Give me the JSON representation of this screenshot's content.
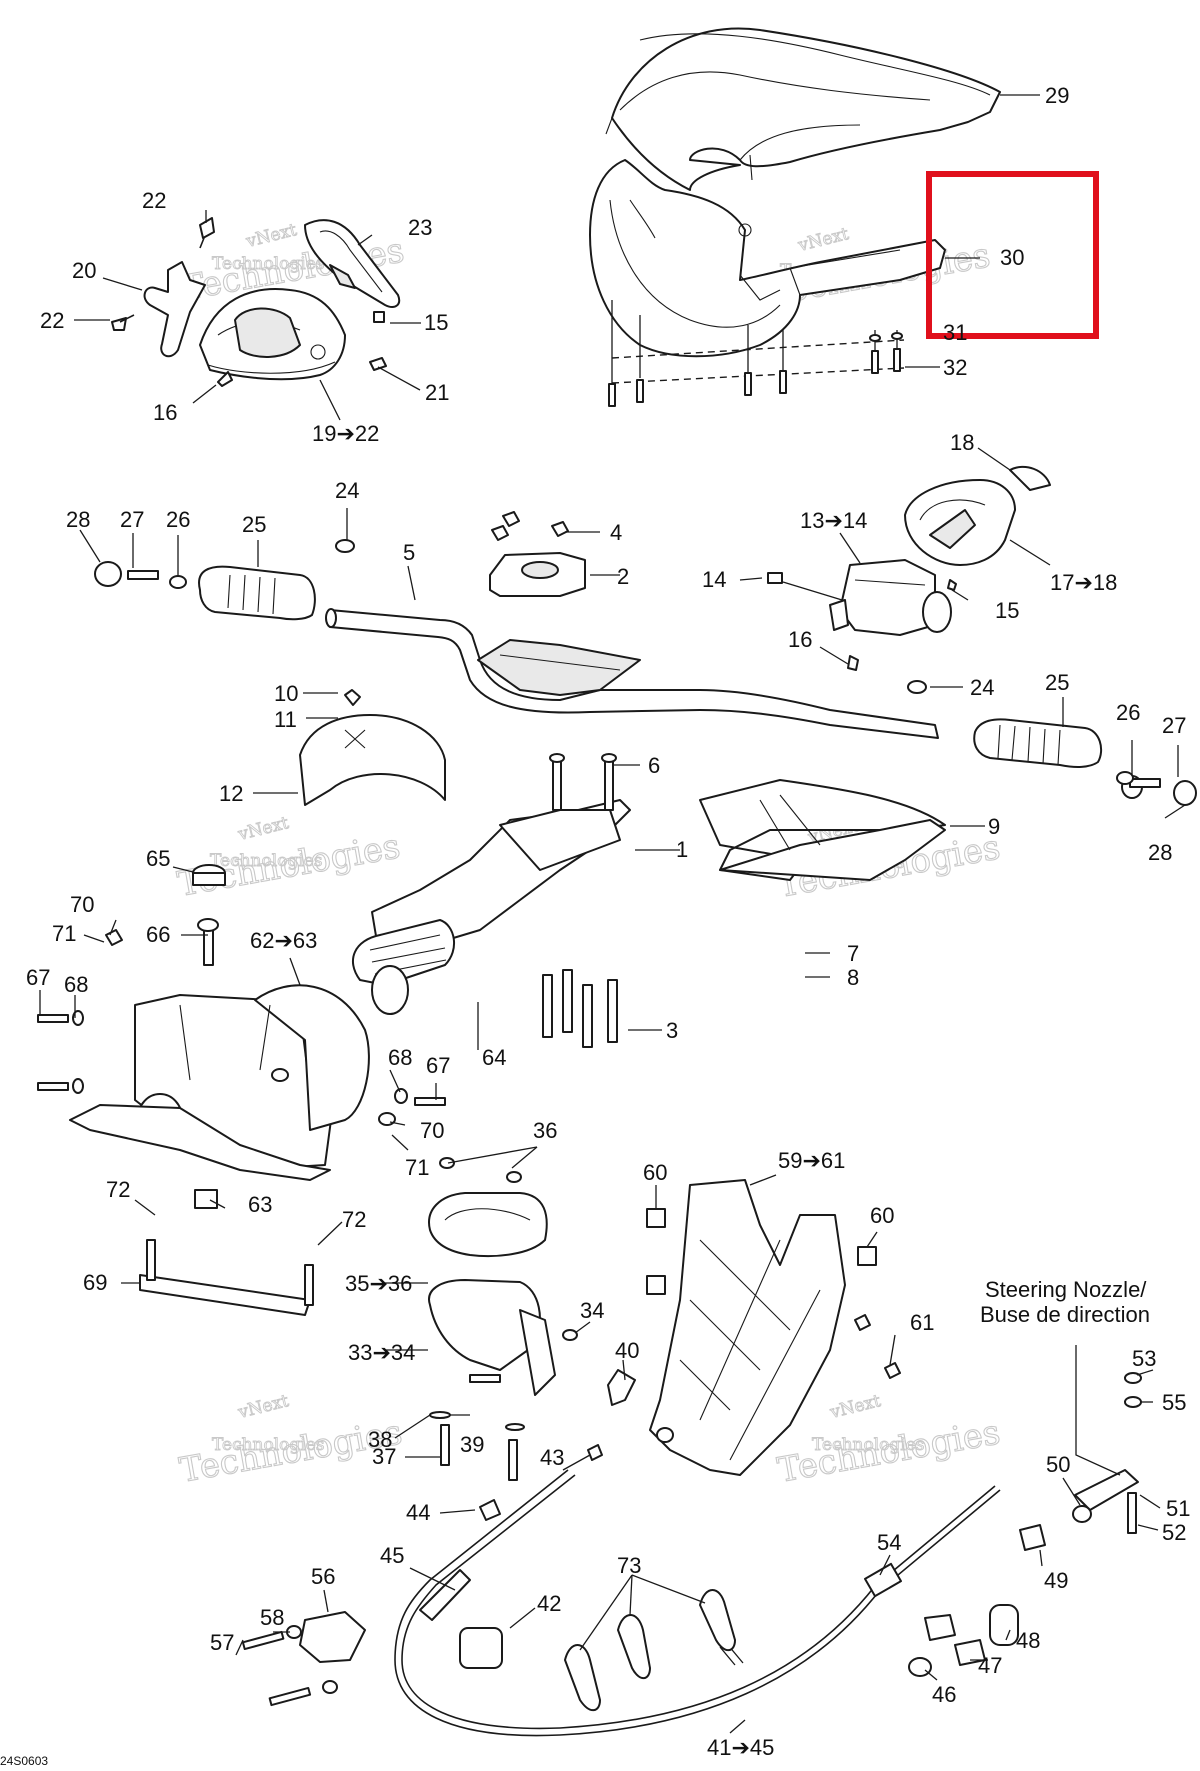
{
  "diagram_code": "24S0603",
  "nozzle_label": [
    "Steering Nozzle/",
    "Buse de direction"
  ],
  "watermark": {
    "line1": "vNext",
    "line2": "Technologies",
    "big": "Technologies"
  },
  "callouts": {
    "c29": "29",
    "c30": "30",
    "c31": "31",
    "c32": "32",
    "c22a": "22",
    "c23": "23",
    "c20": "20",
    "c22b": "22",
    "c15a": "15",
    "c16a": "16",
    "c21": "21",
    "c19": "19➔22",
    "c18": "18",
    "c13": "13➔14",
    "c14": "14",
    "c15b": "15",
    "c17": "17➔18",
    "c16b": "16",
    "c24a": "24",
    "c28a": "28",
    "c27a": "27",
    "c26a": "26",
    "c25a": "25",
    "c5": "5",
    "c4": "4",
    "c2": "2",
    "c24b": "24",
    "c25b": "25",
    "c26b": "26",
    "c27b": "27",
    "c28b": "28",
    "c10": "10",
    "c11": "11",
    "c12": "12",
    "c6": "6",
    "c1": "1",
    "c9": "9",
    "c65": "65",
    "c70a": "70",
    "c71a": "71",
    "c66": "66",
    "c62": "62➔63",
    "c67a": "67",
    "c68a": "68",
    "c7": "7",
    "c8": "8",
    "c3": "3",
    "c64": "64",
    "c68b": "68",
    "c67b": "67",
    "c70b": "70",
    "c71b": "71",
    "c36": "36",
    "c59": "59➔61",
    "c60a": "60",
    "c60b": "60",
    "c72a": "72",
    "c63": "63",
    "c72b": "72",
    "c69": "69",
    "c35": "35➔36",
    "c34": "34",
    "c61": "61",
    "c33": "33➔34",
    "c40": "40",
    "c38": "38",
    "c39": "39",
    "c43": "43",
    "c37": "37",
    "c53": "53",
    "c55": "55",
    "c50": "50",
    "c51": "51",
    "c44": "44",
    "c52": "52",
    "c45": "45",
    "c42": "42",
    "c73": "73",
    "c54": "54",
    "c49": "49",
    "c56": "56",
    "c58": "58",
    "c57": "57",
    "c48": "48",
    "c47": "47",
    "c46": "46",
    "c41": "41➔45"
  }
}
